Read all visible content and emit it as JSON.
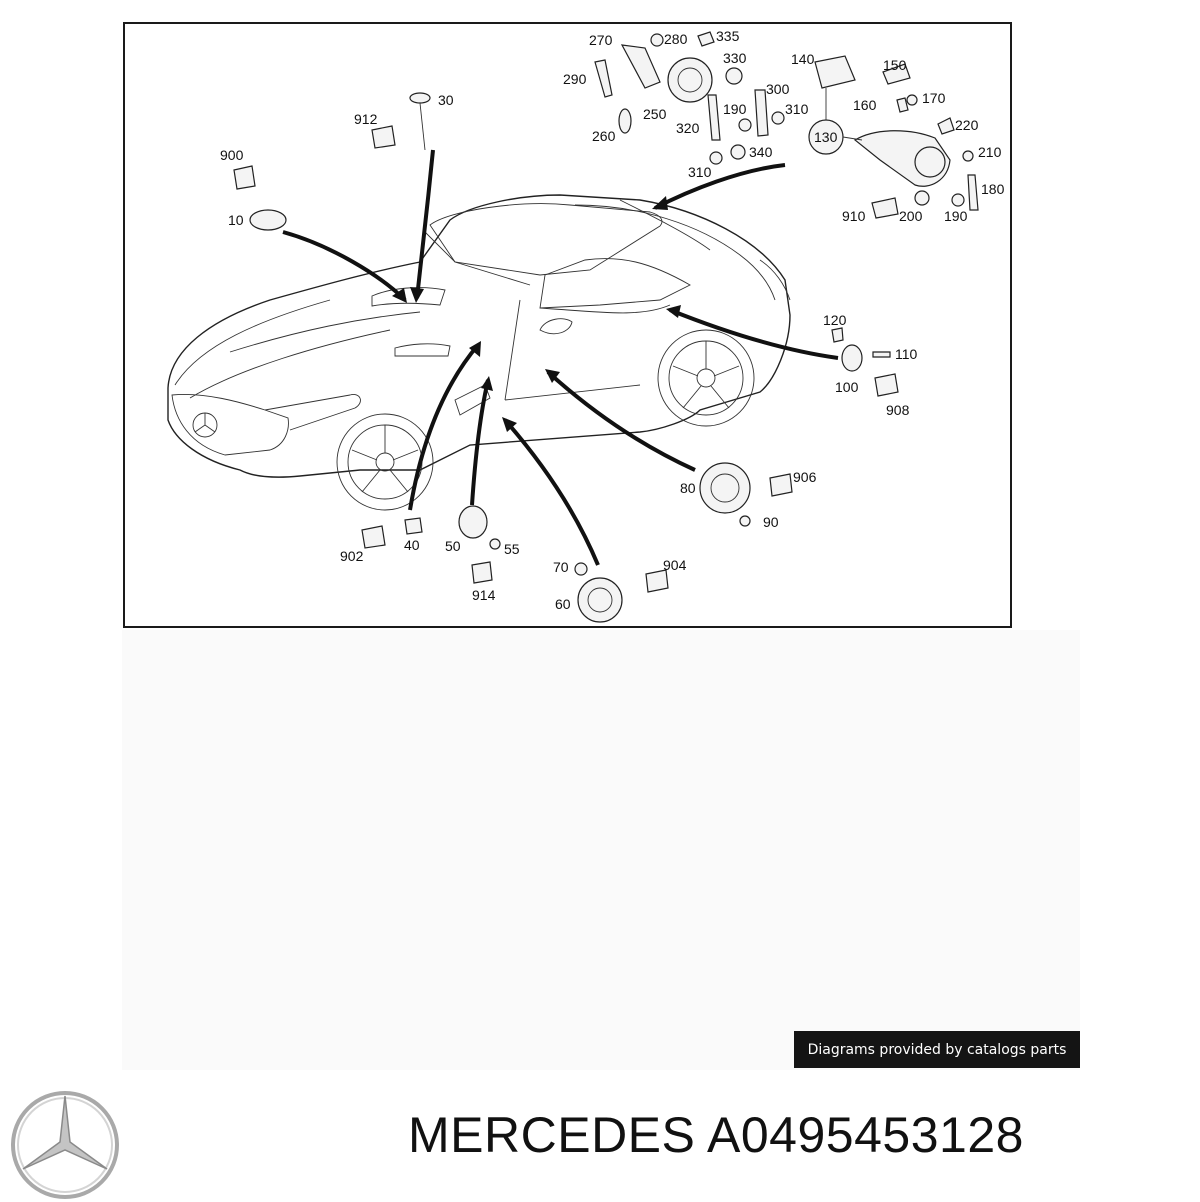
{
  "callouts": [
    {
      "id": "c270",
      "text": "270"
    },
    {
      "id": "c280",
      "text": "280"
    },
    {
      "id": "c335",
      "text": "335"
    },
    {
      "id": "c330",
      "text": "330"
    },
    {
      "id": "c290",
      "text": "290"
    },
    {
      "id": "c250",
      "text": "250"
    },
    {
      "id": "c300",
      "text": "300"
    },
    {
      "id": "c190a",
      "text": "190"
    },
    {
      "id": "c310a",
      "text": "310"
    },
    {
      "id": "c320",
      "text": "320"
    },
    {
      "id": "c260",
      "text": "260"
    },
    {
      "id": "c340",
      "text": "340"
    },
    {
      "id": "c310b",
      "text": "310"
    },
    {
      "id": "c140",
      "text": "140"
    },
    {
      "id": "c150",
      "text": "150"
    },
    {
      "id": "c160",
      "text": "160"
    },
    {
      "id": "c170",
      "text": "170"
    },
    {
      "id": "c130",
      "text": "130"
    },
    {
      "id": "c220",
      "text": "220"
    },
    {
      "id": "c210",
      "text": "210"
    },
    {
      "id": "c180",
      "text": "180"
    },
    {
      "id": "c910",
      "text": "910"
    },
    {
      "id": "c200",
      "text": "200"
    },
    {
      "id": "c190b",
      "text": "190"
    },
    {
      "id": "c30",
      "text": "30"
    },
    {
      "id": "c912",
      "text": "912"
    },
    {
      "id": "c900",
      "text": "900"
    },
    {
      "id": "c10",
      "text": "10"
    },
    {
      "id": "c120",
      "text": "120"
    },
    {
      "id": "c110",
      "text": "110"
    },
    {
      "id": "c100",
      "text": "100"
    },
    {
      "id": "c908",
      "text": "908"
    },
    {
      "id": "c906",
      "text": "906"
    },
    {
      "id": "c80",
      "text": "80"
    },
    {
      "id": "c90",
      "text": "90"
    },
    {
      "id": "c902",
      "text": "902"
    },
    {
      "id": "c40",
      "text": "40"
    },
    {
      "id": "c50",
      "text": "50"
    },
    {
      "id": "c55",
      "text": "55"
    },
    {
      "id": "c914",
      "text": "914"
    },
    {
      "id": "c70",
      "text": "70"
    },
    {
      "id": "c904",
      "text": "904"
    },
    {
      "id": "c60",
      "text": "60"
    }
  ],
  "credit": "Diagrams provided by catalogs parts",
  "footer": {
    "brand": "MERCEDES",
    "part_number": "A0495453128",
    "title": "MERCEDES A0495453128"
  }
}
